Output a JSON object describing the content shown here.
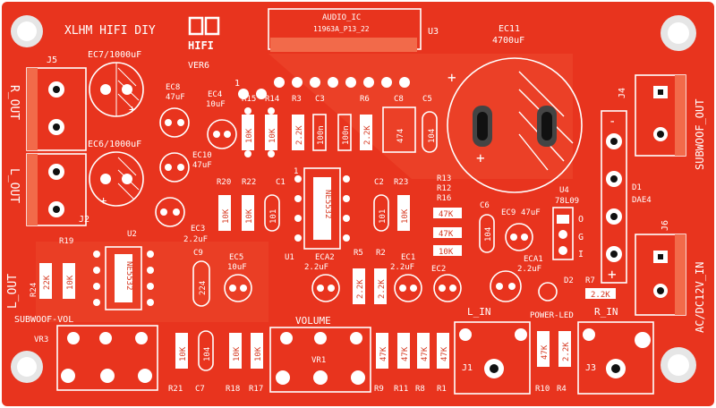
{
  "brand": {
    "name": "XLHM HIFI DIY",
    "logo_text": "HIFI",
    "version": "VER6"
  },
  "colors": {
    "board": "#e8341e",
    "silk": "#ffffff",
    "copper": "#f26a4a",
    "hole": "#111111",
    "mount": "#e6e6e6"
  },
  "ic_header": {
    "title": "AUDIO_IC",
    "part": "11963A_P13_22",
    "ref": "U3"
  },
  "connectors": {
    "j5": "J5",
    "j2": "J2",
    "r_out": "R_OUT",
    "l_out": "L_OUT",
    "plus1": "+",
    "minus1": "-",
    "plus2": "+",
    "j4": "J4",
    "subwoof_out": "SUBWOOF_OUT",
    "j6": "J6",
    "ac_dc": "AC/DC12V_IN",
    "j1": "J1",
    "j3": "J3",
    "l_in": "L_IN",
    "r_in": "R_IN",
    "power_led": "POWER-LED"
  },
  "caps": {
    "ec7": "EC7/1000uF",
    "ec6": "EC6/1000uF",
    "ec11": "EC11",
    "ec11_val": "4700uF",
    "ec8": "EC8",
    "ec8_val": "47uF",
    "ec4": "EC4",
    "ec4_val": "10uF",
    "ec10": "EC10",
    "ec10_val": "47uF",
    "ec3": "EC3",
    "ec3_val": "2.2uF",
    "ec5": "EC5",
    "ec5_val": "10uF",
    "eca2": "ECA2",
    "eca2_val": "2.2uF",
    "ec1": "EC1",
    "ec1_val": "2.2uF",
    "ec2": "EC2",
    "ec9": "EC9",
    "ec9_val": "47uF",
    "eca1": "ECA1",
    "eca1_val": "2.2uF",
    "c3": "C3",
    "c8": "C8",
    "c5": "C5",
    "c1": "C1",
    "c2": "C2",
    "c6": "C6",
    "c9": "C9",
    "c7": "C7"
  },
  "resistors": {
    "r15": "R15",
    "r14": "R14",
    "r3": "R3",
    "r6": "R6",
    "r20": "R20",
    "r22": "R22",
    "r23": "R23",
    "r13": "R13",
    "r12": "R12",
    "r16": "R16",
    "r19": "R19",
    "r24": "R24",
    "r21": "R21",
    "r18": "R18",
    "r17": "R17",
    "r5": "R5",
    "r2": "R2",
    "r9": "R9",
    "r11": "R11",
    "r8": "R8",
    "r1": "R1",
    "r7": "R7",
    "r10": "R10",
    "r4": "R4"
  },
  "values": {
    "k10": "10K",
    "k22": "22K",
    "k2_2": "2.2K",
    "k47": "47K",
    "c100n": "100n",
    "c104": "104",
    "c474": "474",
    "c101": "101",
    "c224": "224"
  },
  "ics": {
    "u1": "U1",
    "u2": "U2",
    "u4": "U4",
    "ne5532": "NE5532",
    "reg": "78L09",
    "d1": "D1",
    "dae": "DAE4",
    "d2": "D2"
  },
  "controls": {
    "subwoof_vol": "SUBWOOF-VOL",
    "volume": "VOLUME",
    "vr1": "VR1",
    "vr3": "VR3"
  },
  "pin_labels": {
    "one": "1",
    "o": "O",
    "g": "G",
    "i": "I"
  }
}
